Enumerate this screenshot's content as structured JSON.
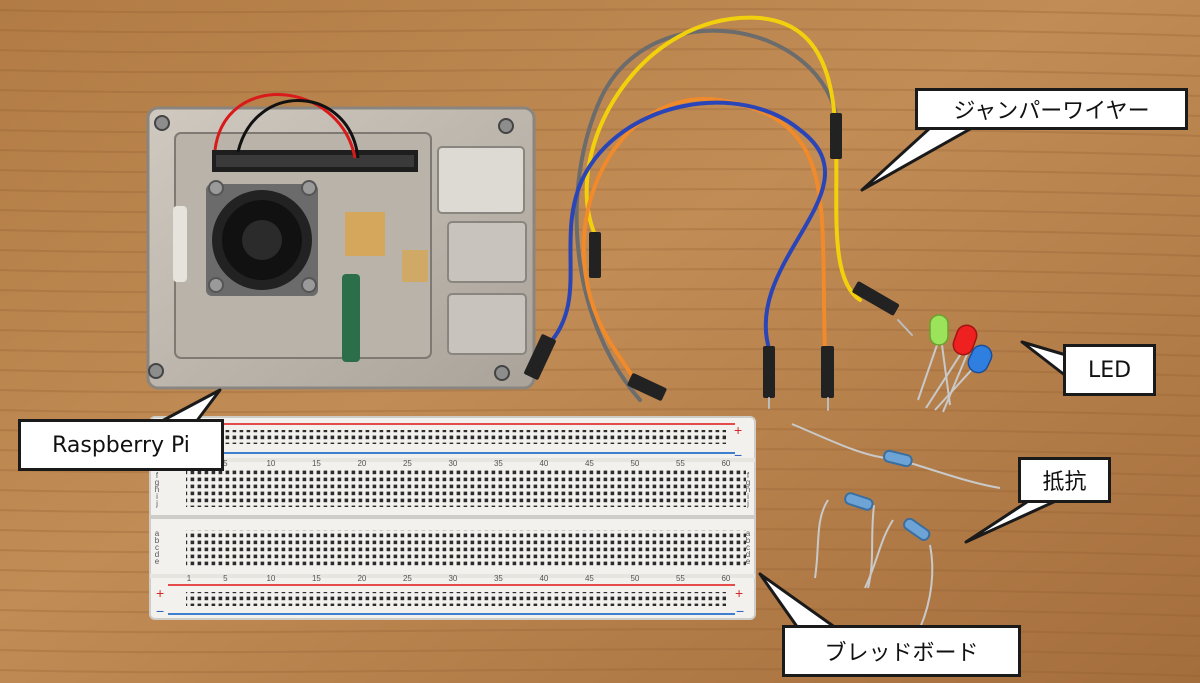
{
  "callouts": {
    "jumper_wire": "ジャンパーワイヤー",
    "raspberry_pi": "Raspberry Pi",
    "led": "LED",
    "resistor": "抵抗",
    "breadboard": "ブレッドボード"
  },
  "breadboard": {
    "column_numbers": [
      "1",
      "5",
      "10",
      "15",
      "20",
      "25",
      "30",
      "35",
      "40",
      "45",
      "50",
      "55",
      "60"
    ],
    "row_letters_top": [
      "j",
      "i",
      "h",
      "g",
      "f"
    ],
    "row_letters_bottom": [
      "e",
      "d",
      "c",
      "b",
      "a"
    ],
    "rail_plus": "+",
    "rail_minus": "−"
  },
  "colors": {
    "table_wood": "#b07a45",
    "wire_yellow": "#f2d10c",
    "wire_orange": "#f08a2a",
    "wire_blue": "#2a45b8",
    "wire_gray": "#6c6c6c",
    "wire_red": "#d81a1a",
    "led_green": "#9be35a",
    "led_red": "#ef2020",
    "led_blue": "#2f7fe0"
  }
}
